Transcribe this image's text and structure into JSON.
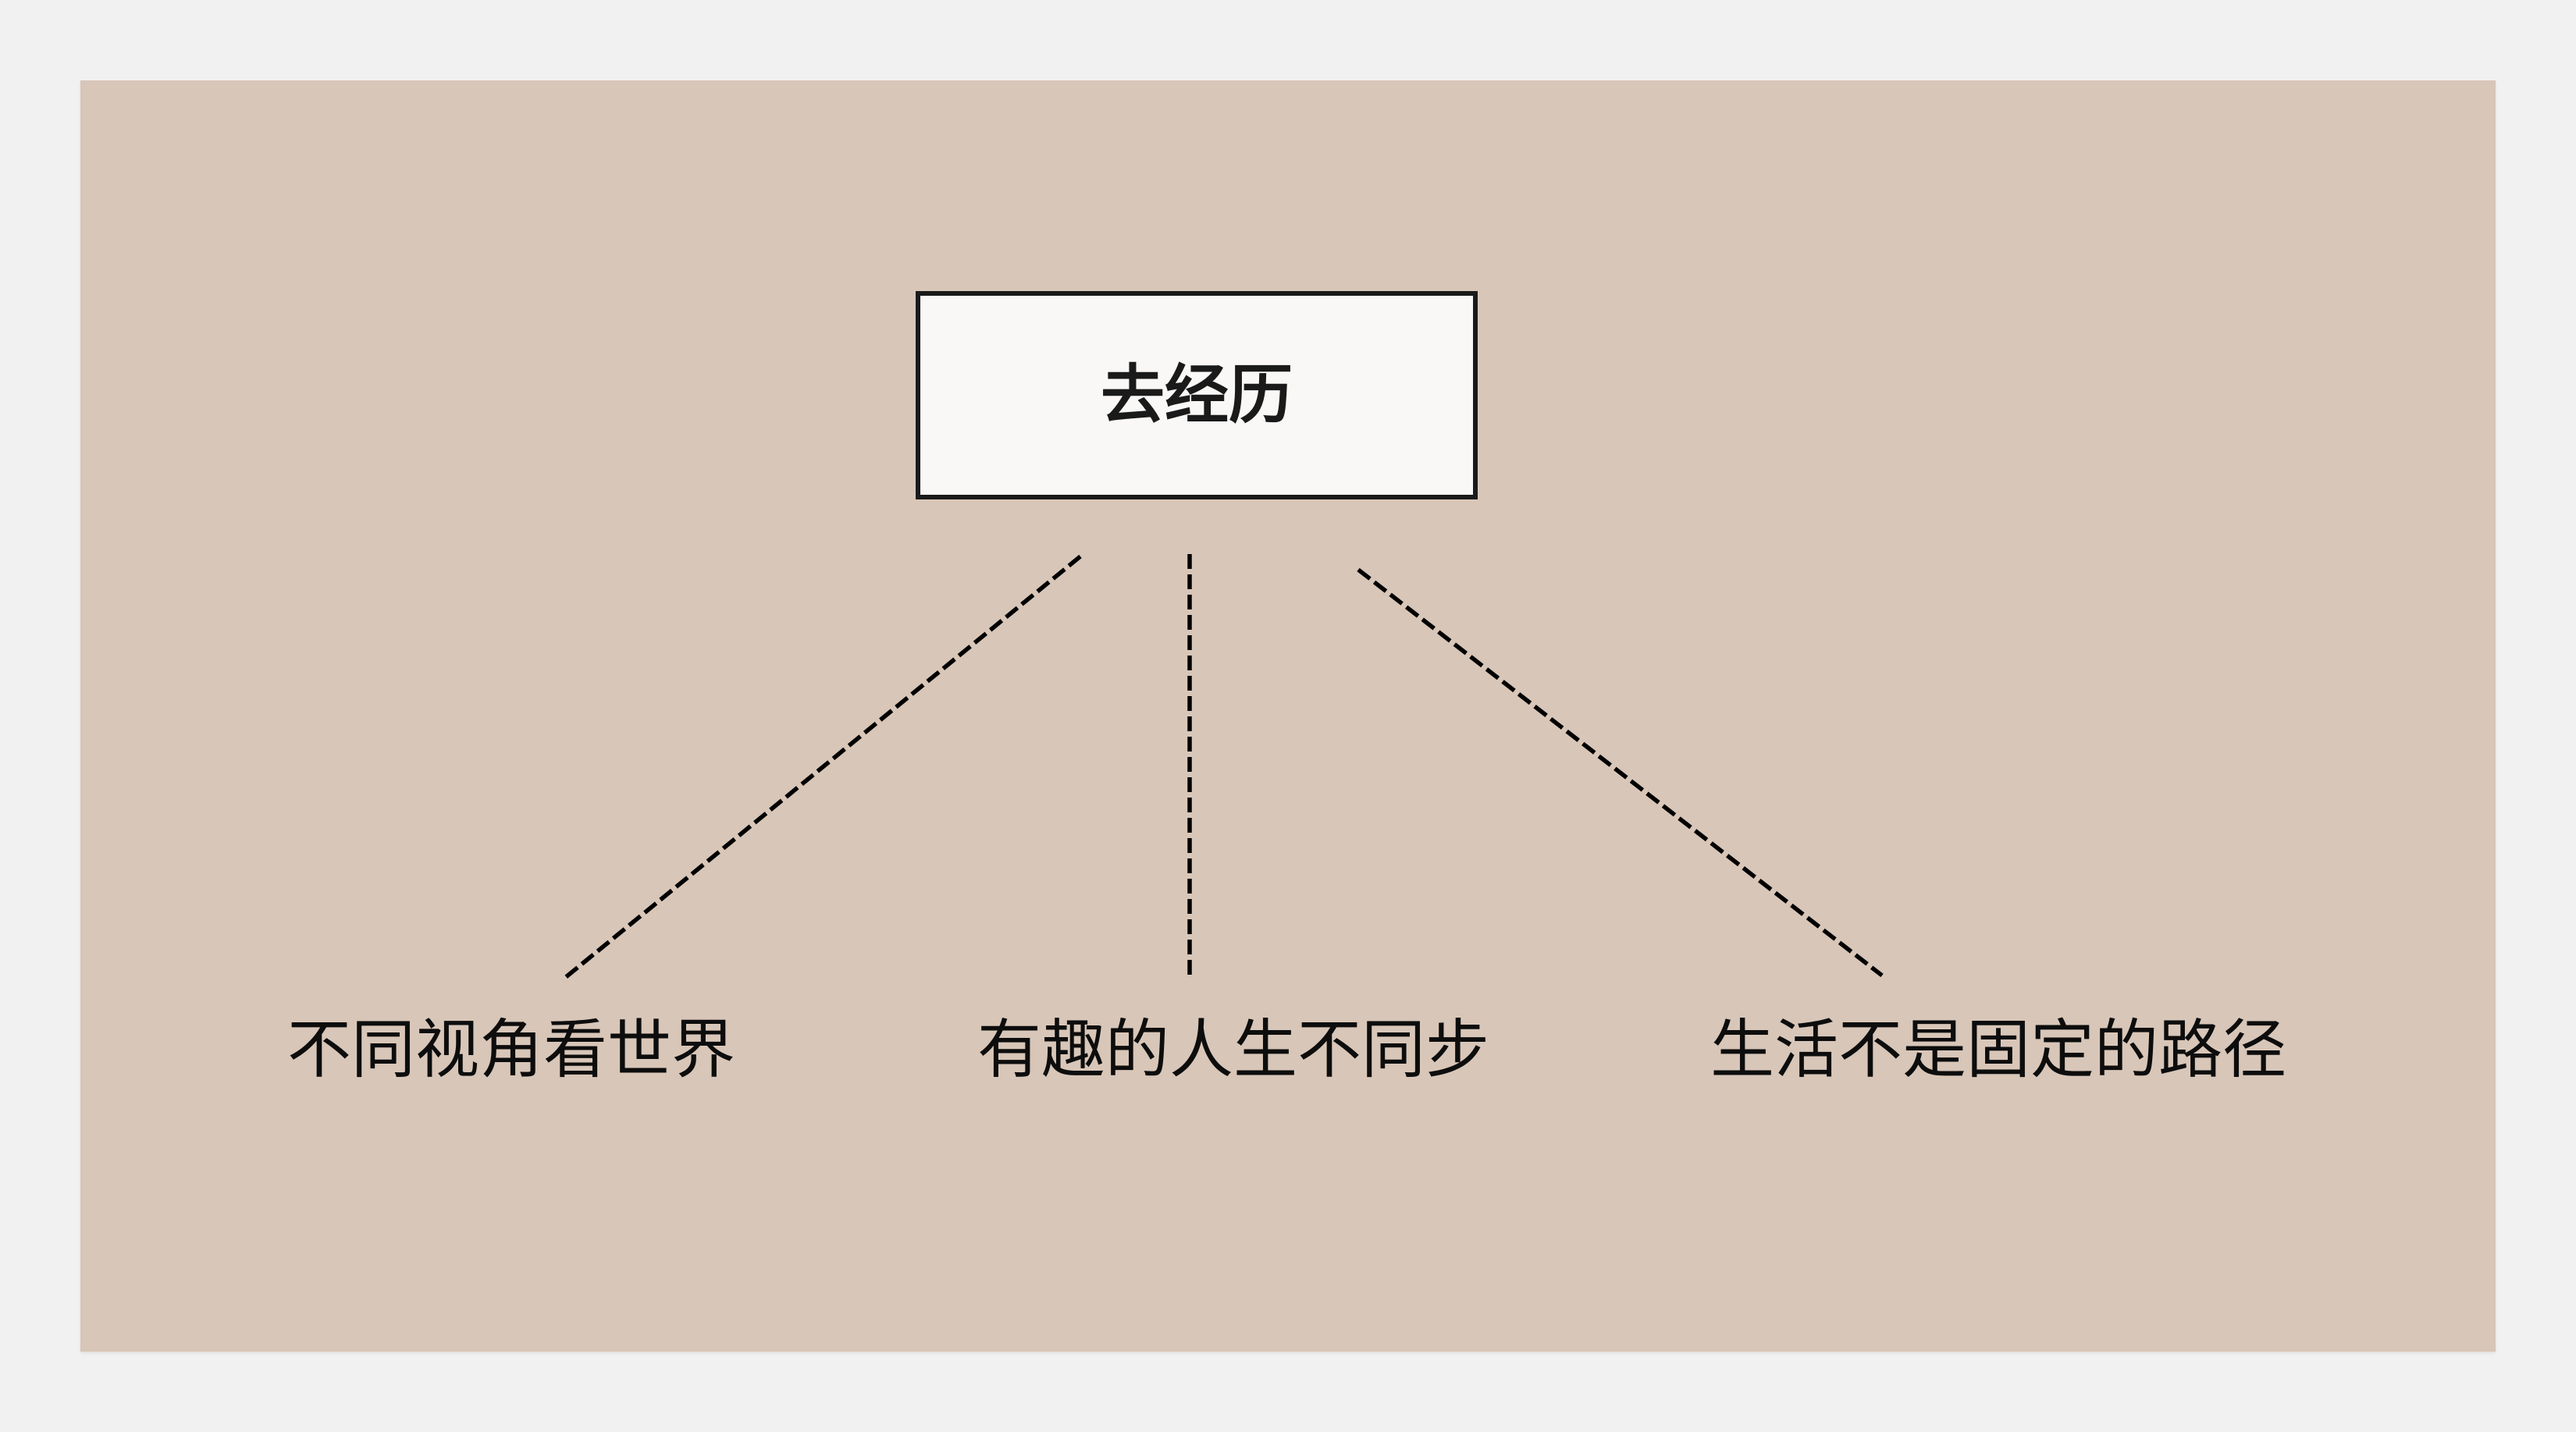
{
  "diagram": {
    "background_color": "#d8c6b8",
    "page_color": "#f2f1f1",
    "root": {
      "label": "去经历",
      "fill_color": "#f9f8f6",
      "border_color": "#1a1a1a"
    },
    "branches": [
      {
        "label": "不同视角看世界"
      },
      {
        "label": "有趣的人生不同步"
      },
      {
        "label": "生活不是固定的路径"
      }
    ],
    "connector_style": "dashed",
    "connector_color": "#000000"
  }
}
